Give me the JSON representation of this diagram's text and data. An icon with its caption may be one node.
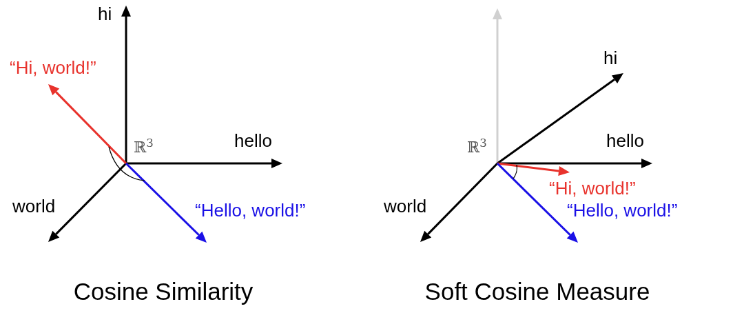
{
  "diagram": {
    "labels": [
      "hi",
      "“Hi, world!”",
      "ℝ$^{3}$",
      "hello",
      "world",
      "“Hello, world!”",
      "Cosine Similarity",
      "hi",
      "ℝ$^{3}$",
      "hello",
      "“Hi, world!”",
      "world",
      "“Hello, world!”",
      "Soft Cosine Measure"
    ]
  }
}
